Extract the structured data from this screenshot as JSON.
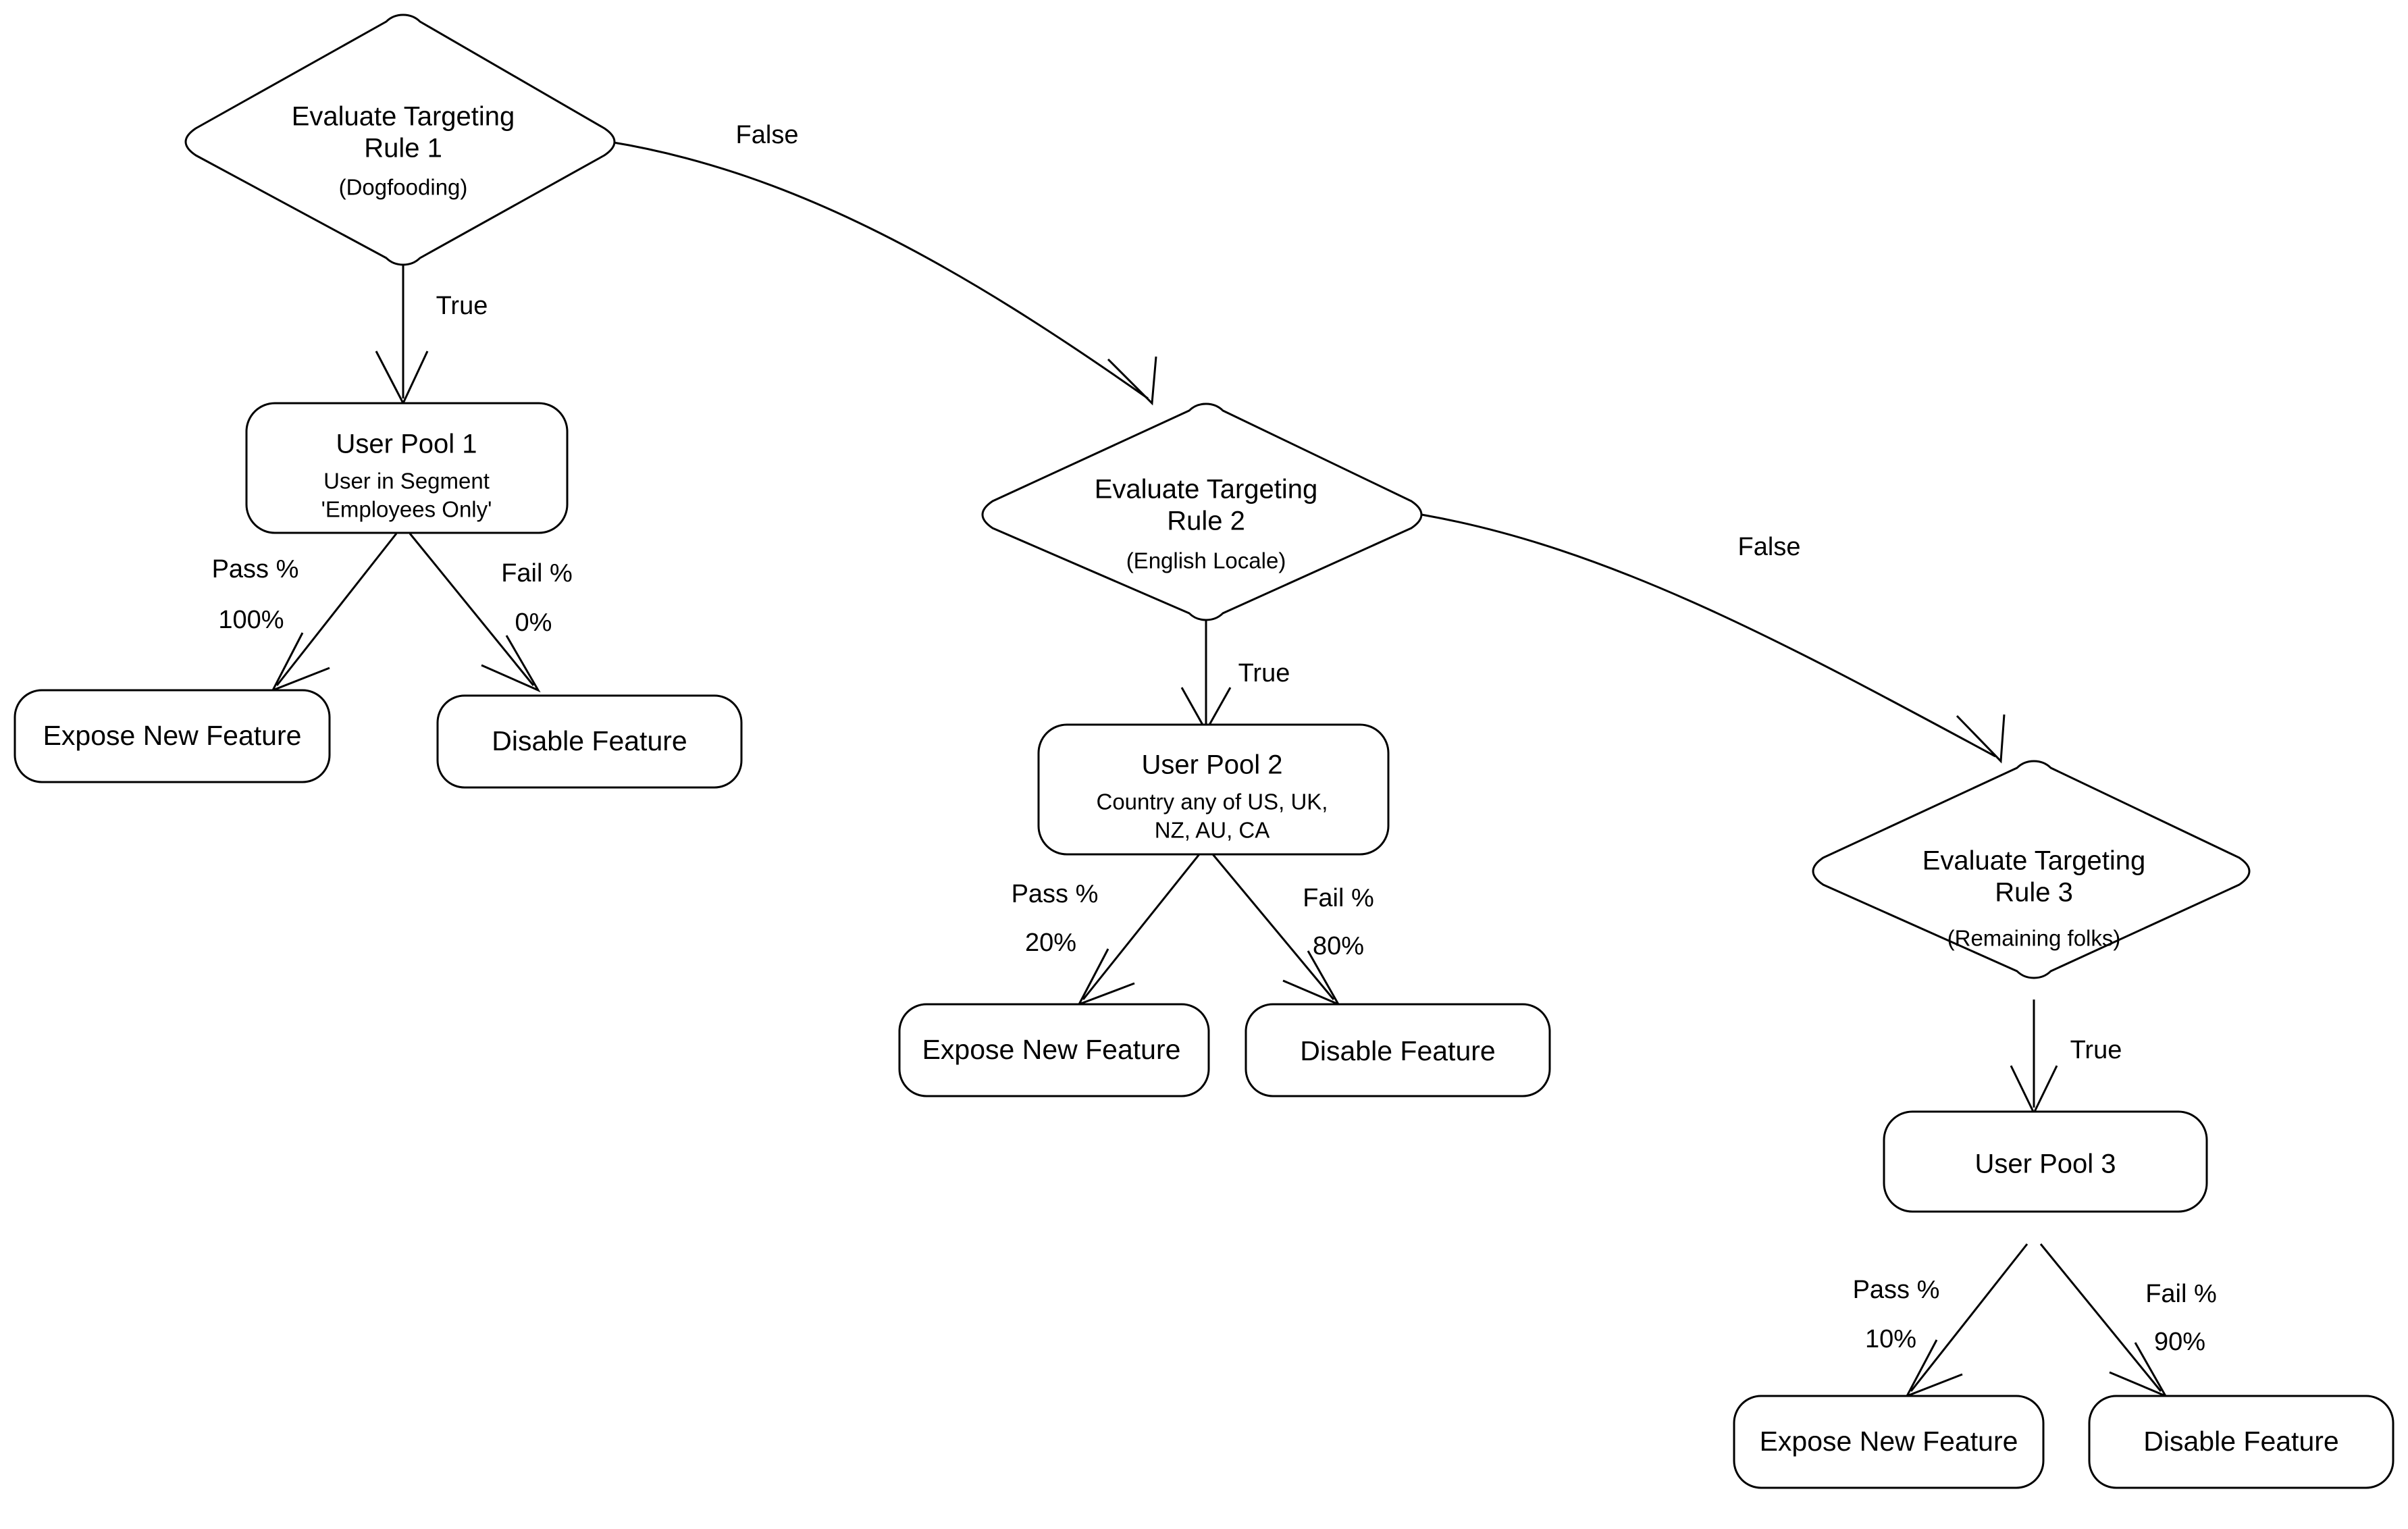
{
  "diagram": {
    "title": "Feature Flag Targeting Rule Evaluation Flowchart",
    "background_color": "#ffffff",
    "stroke_color": "#000000",
    "nodes": {
      "rule1": {
        "type": "decision",
        "title_line1": "Evaluate Targeting",
        "title_line2": "Rule 1",
        "subtitle": "(Dogfooding)"
      },
      "rule2": {
        "type": "decision",
        "title_line1": "Evaluate Targeting",
        "title_line2": "Rule 2",
        "subtitle": "(English Locale)"
      },
      "rule3": {
        "type": "decision",
        "title_line1": "Evaluate Targeting",
        "title_line2": "Rule 3",
        "subtitle": "(Remaining folks)"
      },
      "pool1": {
        "type": "process",
        "title": "User Pool 1",
        "sub_line1": "User in Segment",
        "sub_line2": "'Employees Only'"
      },
      "pool2": {
        "type": "process",
        "title": "User Pool 2",
        "sub_line1": "Country any of US, UK,",
        "sub_line2": "NZ, AU, CA"
      },
      "pool3": {
        "type": "process",
        "title": "User Pool 3",
        "sub_line1": "",
        "sub_line2": ""
      },
      "expose1": {
        "type": "terminal",
        "label": "Expose New Feature"
      },
      "disable1": {
        "type": "terminal",
        "label": "Disable Feature"
      },
      "expose2": {
        "type": "terminal",
        "label": "Expose New Feature"
      },
      "disable2": {
        "type": "terminal",
        "label": "Disable Feature"
      },
      "expose3": {
        "type": "terminal",
        "label": "Expose New Feature"
      },
      "disable3": {
        "type": "terminal",
        "label": "Disable Feature"
      }
    },
    "edges": {
      "rule1_false": {
        "label": "False",
        "from": "rule1",
        "to": "rule2"
      },
      "rule1_true": {
        "label": "True",
        "from": "rule1",
        "to": "pool1"
      },
      "rule2_false": {
        "label": "False",
        "from": "rule2",
        "to": "rule3"
      },
      "rule2_true": {
        "label": "True",
        "from": "rule2",
        "to": "pool2"
      },
      "rule3_true": {
        "label": "True",
        "from": "rule3",
        "to": "pool3"
      },
      "pool1_pass": {
        "label": "Pass %",
        "value": "100%",
        "from": "pool1",
        "to": "expose1"
      },
      "pool1_fail": {
        "label": "Fail %",
        "value": "0%",
        "from": "pool1",
        "to": "disable1"
      },
      "pool2_pass": {
        "label": "Pass %",
        "value": "20%",
        "from": "pool2",
        "to": "expose2"
      },
      "pool2_fail": {
        "label": "Fail %",
        "value": "80%",
        "from": "pool2",
        "to": "disable2"
      },
      "pool3_pass": {
        "label": "Pass %",
        "value": "10%",
        "from": "pool3",
        "to": "expose3"
      },
      "pool3_fail": {
        "label": "Fail %",
        "value": "90%",
        "from": "pool3",
        "to": "disable3"
      }
    }
  }
}
